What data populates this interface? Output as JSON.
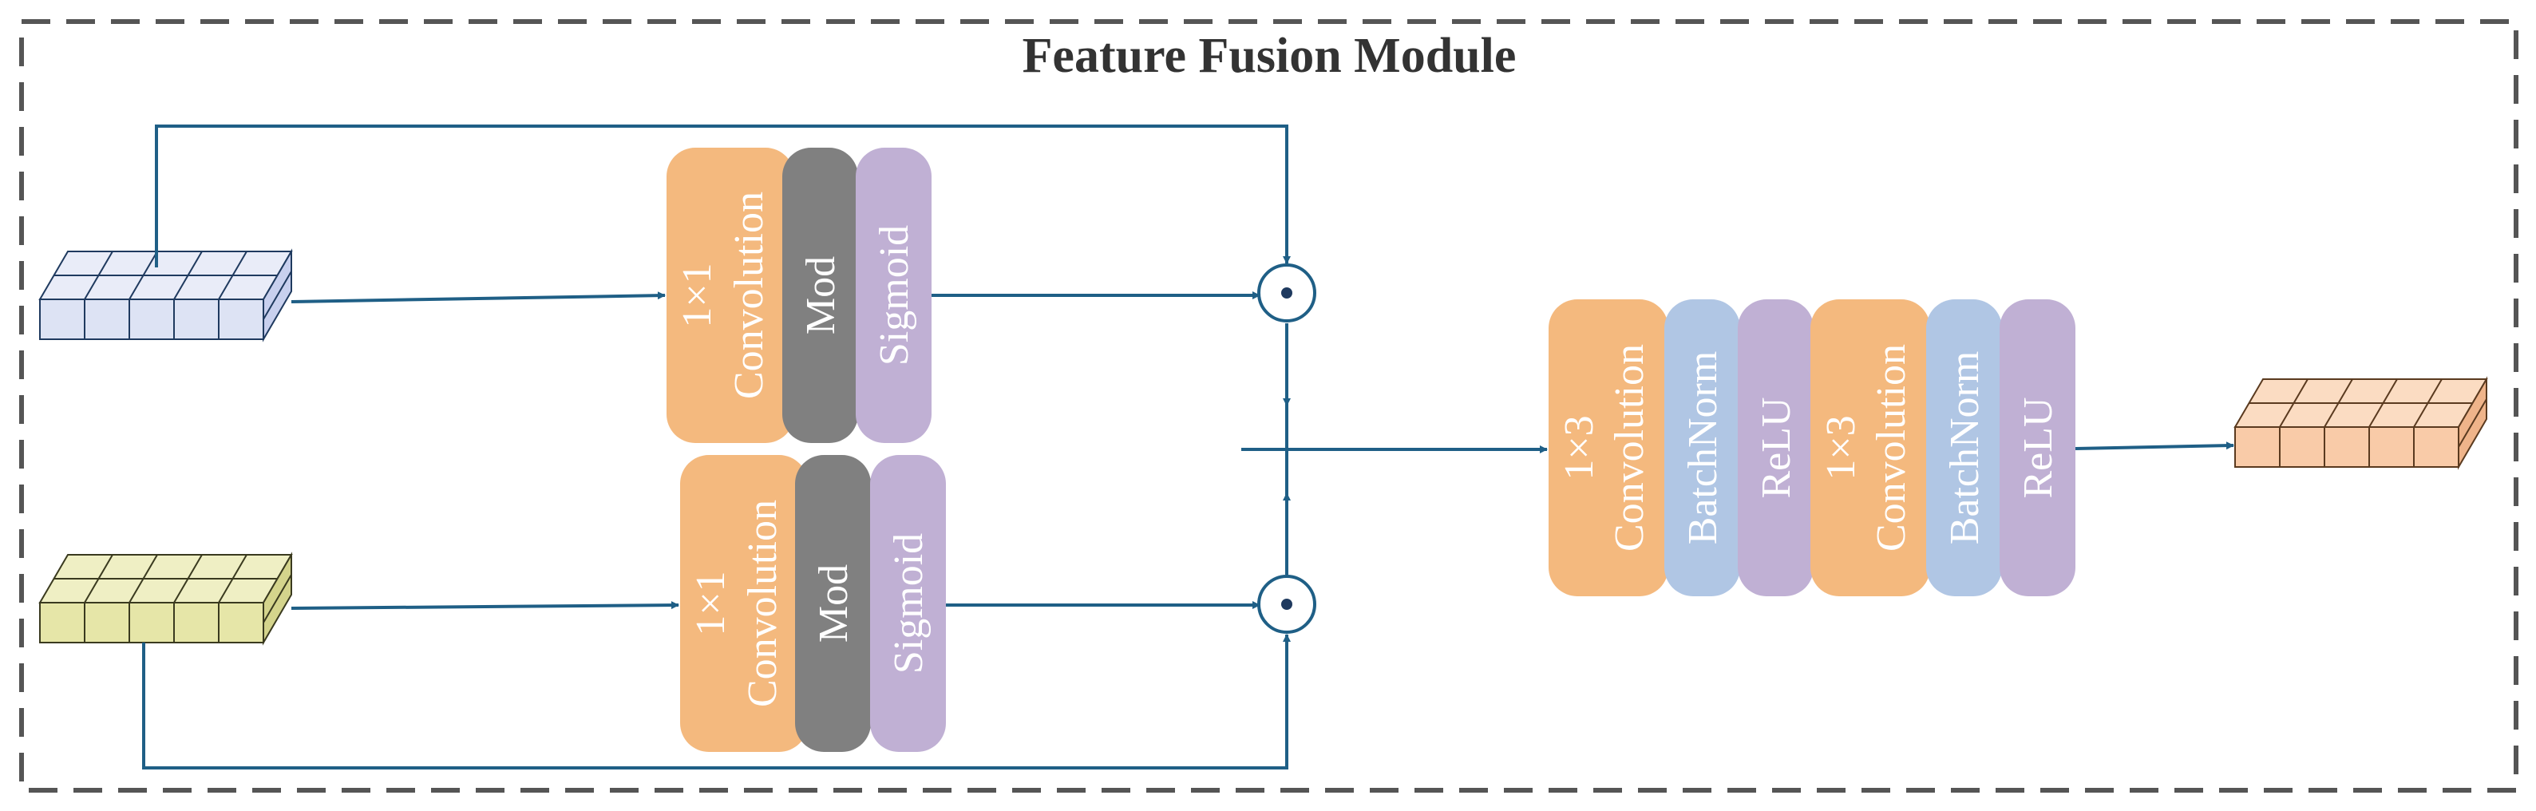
{
  "title": "Feature Fusion Module",
  "colors": {
    "conv": "#F4B97E",
    "mod": "#808080",
    "sigmoid": "#C0B0D4",
    "batchnorm": "#B0C6E4",
    "relu": "#C0B0D4",
    "arrow": "#1F5F86",
    "border": "#555555",
    "input_top": "#DDE3F4",
    "input_bottom": "#E6E6A8",
    "output": "#F9CBA8"
  },
  "branch_top": {
    "conv_line1": "1×1",
    "conv_line2": "Convolution",
    "mod": "Mod",
    "sigmoid": "Sigmoid"
  },
  "branch_bottom": {
    "conv_line1": "1×1",
    "conv_line2": "Convolution",
    "mod": "Mod",
    "sigmoid": "Sigmoid"
  },
  "fusion": {
    "conv1_line1": "1×3",
    "conv1_line2": "Convolution",
    "bn1": "BatchNorm",
    "relu1": "ReLU",
    "conv2_line1": "1×3",
    "conv2_line2": "Convolution",
    "bn2": "BatchNorm",
    "relu2": "ReLU"
  },
  "operators": {
    "multiply": "⊙"
  }
}
